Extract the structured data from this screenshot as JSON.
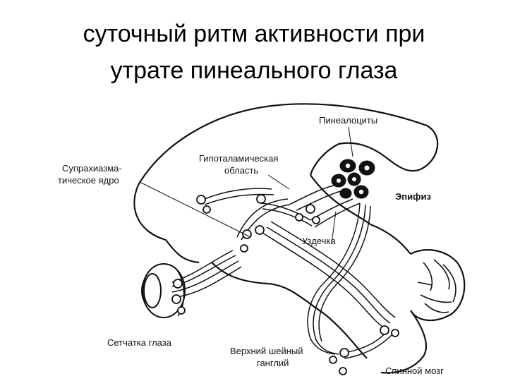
{
  "title": {
    "line1": "суточный ритм активности при",
    "line2": "утрате пинеального глаза"
  },
  "labels": {
    "pinealocytes": "Пинеалоциты",
    "hypothalamic_1": "Гипоталамическая",
    "hypothalamic_2": "область",
    "suprachiasmatic_1": "Супрахиазма-",
    "suprachiasmatic_2": "тическое ядро",
    "epiphysis": "Эпифиз",
    "habenula": "Уздечка",
    "retina": "Сетчатка глаза",
    "ganglion_1": "Верхний шейный",
    "ganglion_2": "ганглий",
    "spinal_cord": "Спинной мозг"
  }
}
